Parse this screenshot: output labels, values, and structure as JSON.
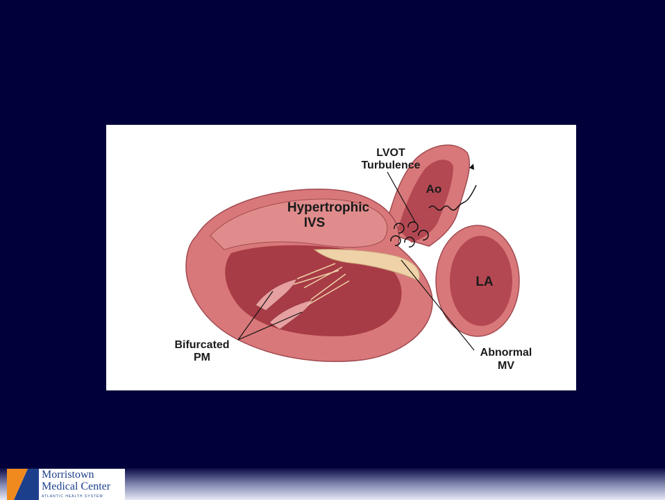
{
  "diagram": {
    "labels": {
      "lvot_line1": "LVOT",
      "lvot_line2": "Turbulence",
      "ao": "Ao",
      "ivs_line1": "Hypertrophic",
      "ivs_line2": "IVS",
      "la": "LA",
      "pm_line1": "Bifurcated",
      "pm_line2": "PM",
      "mv_line1": "Abnormal",
      "mv_line2": "MV"
    }
  },
  "logo": {
    "line1": "Morristown",
    "line2": "Medical Center",
    "tagline": "ATLANTIC HEALTH SYSTEM"
  },
  "colors": {
    "background": "#00003a",
    "muscle": "#d9787a",
    "cavity": "#a83c46",
    "valve": "#efd2a8",
    "brand_blue": "#1c3f8c",
    "brand_orange": "#f08a1e"
  }
}
